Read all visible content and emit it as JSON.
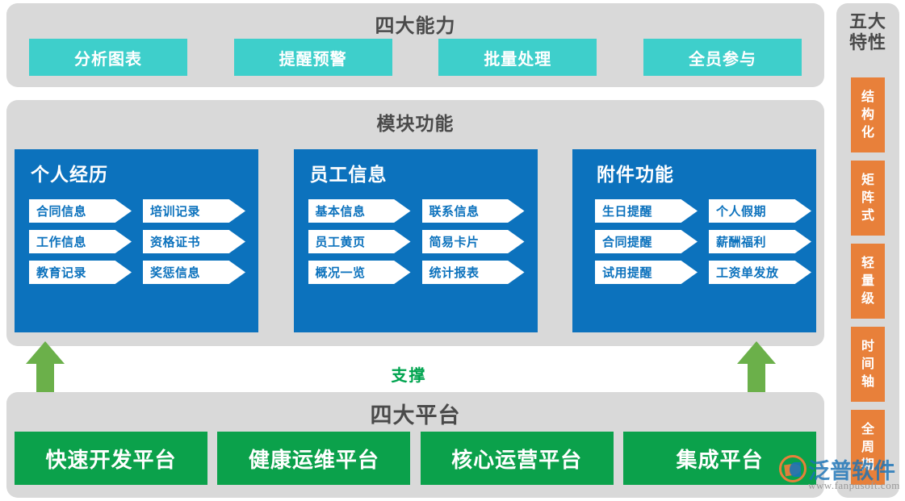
{
  "capabilities": {
    "title": "四大能力",
    "items": [
      {
        "label": "分析图表"
      },
      {
        "label": "提醒预警"
      },
      {
        "label": "批量处理"
      },
      {
        "label": "全员参与"
      }
    ],
    "color": "#3ecfcb"
  },
  "modules": {
    "title": "模块功能",
    "color": "#0c72bd",
    "cards": [
      {
        "title": "个人经历",
        "tags": [
          "合同信息",
          "培训记录",
          "工作信息",
          "资格证书",
          "教育记录",
          "奖惩信息"
        ]
      },
      {
        "title": "员工信息",
        "tags": [
          "基本信息",
          "联系信息",
          "员工黄页",
          "简易卡片",
          "概况一览",
          "统计报表"
        ]
      },
      {
        "title": "附件功能",
        "tags": [
          "生日提醒",
          "个人假期",
          "合同提醒",
          "薪酬福利",
          "试用提醒",
          "工资单发放"
        ]
      }
    ]
  },
  "support": {
    "label": "支撑",
    "color": "#00a44f",
    "arrow_color": "#6bb04a"
  },
  "platforms": {
    "title": "四大平台",
    "color": "#0ba14b",
    "items": [
      {
        "label": "快速开发平台"
      },
      {
        "label": "健康运维平台"
      },
      {
        "label": "核心运营平台"
      },
      {
        "label": "集成平台"
      }
    ]
  },
  "traits": {
    "title_line1": "五大",
    "title_line2": "特性",
    "color": "#e8803a",
    "items": [
      {
        "chars": [
          "结",
          "构",
          "化"
        ]
      },
      {
        "chars": [
          "矩",
          "阵",
          "式"
        ]
      },
      {
        "chars": [
          "轻",
          "量",
          "级"
        ]
      },
      {
        "chars": [
          "时",
          "间",
          "轴"
        ]
      },
      {
        "chars": [
          "全",
          "周",
          "期"
        ]
      }
    ]
  },
  "watermark": {
    "brand": "泛普软件",
    "url": "www.fanpusoft.com"
  }
}
